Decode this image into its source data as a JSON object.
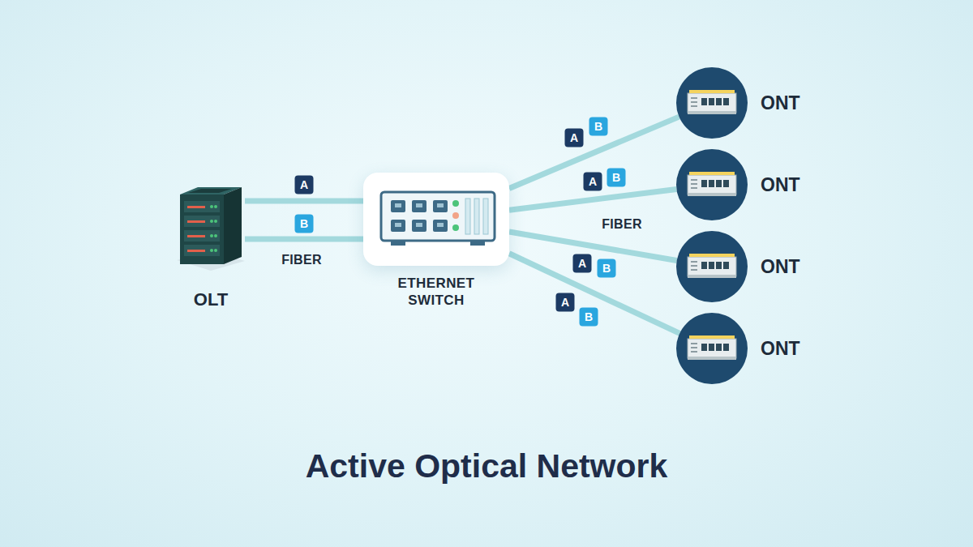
{
  "diagram": {
    "title": "Active Optical Network",
    "nodes": [
      {
        "text": [
          "OLT"
        ]
      },
      {
        "text": [
          "ETHERNET SWITCH"
        ]
      },
      {
        "text": [
          "ONT"
        ]
      },
      {
        "text": [
          "ONT"
        ]
      },
      {
        "text": [
          "ONT"
        ]
      },
      {
        "text": [
          "ONT"
        ]
      }
    ],
    "edges": [
      {
        "from": 0,
        "to": 1,
        "arrow": "none",
        "label": "A"
      },
      {
        "from": 0,
        "to": 1,
        "arrow": "none",
        "label": "B"
      },
      {
        "from": 1,
        "to": 2,
        "arrow": "none"
      },
      {
        "from": 1,
        "to": 3,
        "arrow": "none"
      },
      {
        "from": 1,
        "to": 4,
        "arrow": "none"
      },
      {
        "from": 1,
        "to": 5,
        "arrow": "none"
      }
    ],
    "labels": [
      "FIBER",
      "A",
      "B",
      "A",
      "B",
      "FIBER",
      "A",
      "B",
      "A",
      "B"
    ]
  }
}
